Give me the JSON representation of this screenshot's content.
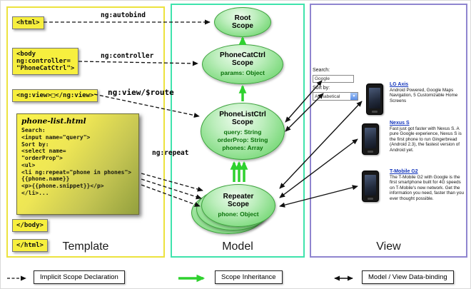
{
  "columns": {
    "template": {
      "label": "Template"
    },
    "model": {
      "label": "Model"
    },
    "view": {
      "label": "View"
    }
  },
  "template": {
    "html_open": "<html>",
    "body_open": "<body\nng:controller=\n\"PhoneCatCtrl\">",
    "ng_view": "<ng:view>□</ng:view>",
    "phone_list": {
      "title": "phone-list.html",
      "lines": [
        "Search:",
        "<input name=\"query\">",
        "Sort by:",
        "<select name=",
        "\"orderProp\">",
        "<ul>",
        "<li ng:repeat=\"phone in phones\">",
        "{{phone.name}}",
        "<p>{{phone.snippet}}</p>",
        "</li>..."
      ]
    },
    "body_close": "</body>",
    "html_close": "</html>"
  },
  "model": {
    "root": {
      "title": "Root\nScope"
    },
    "phonecat": {
      "title": "PhoneCatCtrl\nScope",
      "props": [
        "params: Object"
      ]
    },
    "phonelist": {
      "title": "PhoneListCtrl\nScope",
      "props": [
        "query: String",
        "orderProp: String",
        "phones: Array"
      ]
    },
    "repeater": {
      "title": "Repeater\nScope",
      "props": [
        "phone: Object"
      ]
    }
  },
  "arrow_labels": {
    "autobind": "ng:autobind",
    "controller": "ng:controller",
    "view_route": "ng:view/$route",
    "repeat": "ng:repeat"
  },
  "view": {
    "search_label": "Search:",
    "search_value": "Google",
    "sort_label": "Sort by:",
    "sort_value": "Alphabetical",
    "phones": [
      {
        "name": "LG Axis",
        "desc": "Android Powered, Google Maps Navigation, 5 Customizable Home Screens"
      },
      {
        "name": "Nexus S",
        "desc": "Fast just got faster with Nexus S. A pure Google experience, Nexus S is the first phone to run Gingerbread (Android 2.3), the fastest version of Android yet."
      },
      {
        "name": "T-Mobile G2",
        "desc": "The T-Mobile G2 with Google is the first smartphone built for 4G speeds on T-Mobile's new network. Get the information you need, faster than you ever thought possible."
      }
    ]
  },
  "legend": [
    {
      "label": "Implicit Scope Declaration"
    },
    {
      "label": "Scope Inheritance"
    },
    {
      "label": "Model / View Data-binding"
    }
  ]
}
